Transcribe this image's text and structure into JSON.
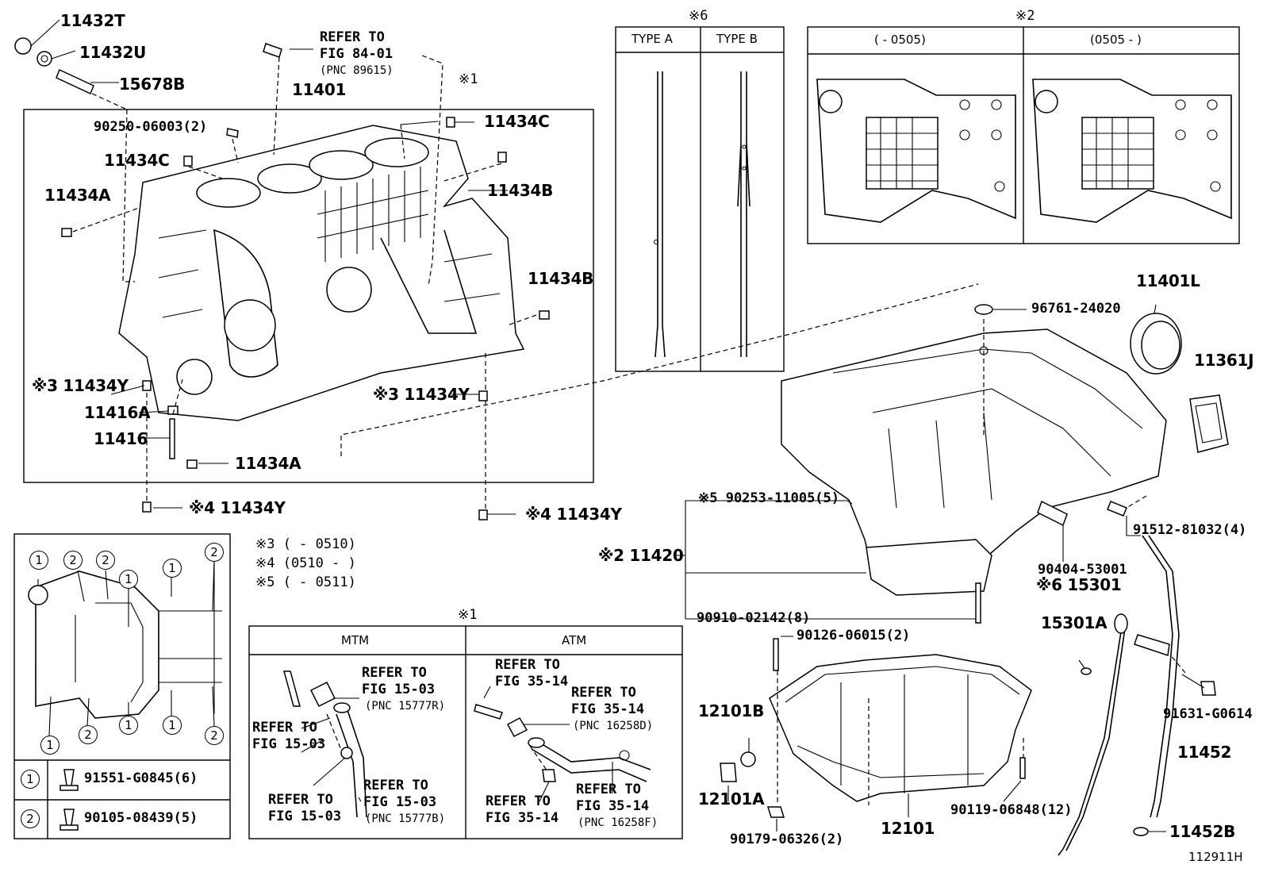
{
  "labels": {
    "p11432T": "11432T",
    "p11432U": "11432U",
    "p15678B": "15678B",
    "refer_top1": "REFER TO",
    "refer_top2": "FIG 84-01",
    "refer_top3": "(PNC 89615)",
    "p11401": "11401",
    "p90250": "90250-06003(2)",
    "p11434C_top": "11434C",
    "p11434C_left": "11434C",
    "p11434A_left": "11434A",
    "p11434B_top": "11434B",
    "p11434B_right": "11434B",
    "p11434Y_3a": "※3 11434Y",
    "p11416A": "11416A",
    "p11416": "11416",
    "p11434A_bottom": "11434A",
    "p11434Y_3b": "※3 11434Y",
    "p11434Y_4a": "※4 11434Y",
    "p11434Y_4b": "※4 11434Y",
    "mark1": "※1",
    "p96761": "96761-24020",
    "p11401L": "11401L",
    "p11361J": "11361J",
    "p90253": "※5 90253-11005(5)",
    "p11420": "※2 11420",
    "p91512": "91512-81032(4)",
    "p90404": "90404-53001",
    "p15301": "※6 15301",
    "p15301A": "15301A",
    "p90910": "90910-02142(8)",
    "p90126": "90126-06015(2)",
    "p12101B": "12101B",
    "p12101A": "12101A",
    "p12101": "12101",
    "p90179": "90179-06326(2)",
    "p90119": "90119-06848(12)",
    "p91631": "91631-G0614",
    "p11452": "11452",
    "p11452B": "11452B",
    "fig_id": "112911H"
  },
  "note3": "※3 (      - 0510)",
  "note4": "※4 (0510 -      )",
  "note5": "※5 (      - 0511)",
  "box6": {
    "mark": "※6",
    "type_a": "TYPE A",
    "type_b": "TYPE B"
  },
  "box2": {
    "mark": "※2",
    "col1": "(      - 0505)",
    "col2": "(0505 -      )"
  },
  "box1": {
    "mark": "※1",
    "mtm": "MTM",
    "atm": "ATM",
    "mtm_ref1": [
      "REFER TO",
      "FIG 15-03",
      "(PNC 15777R)"
    ],
    "mtm_ref2": [
      "REFER TO",
      "FIG 15-03"
    ],
    "mtm_ref3": [
      "REFER TO",
      "FIG 15-03",
      "(PNC 15777B)"
    ],
    "mtm_ref4": [
      "REFER TO",
      "FIG 15-03"
    ],
    "atm_ref1": [
      "REFER TO",
      "FIG 35-14"
    ],
    "atm_ref2": [
      "REFER TO",
      "FIG 35-14",
      "(PNC 16258D)"
    ],
    "atm_ref3": [
      "REFER TO",
      "FIG 35-14"
    ],
    "atm_ref4": [
      "REFER TO",
      "FIG 35-14",
      "(PNC 16258F)"
    ]
  },
  "bolt_legend": {
    "row1_no": "1",
    "row1_part": "91551-G0845(6)",
    "row2_no": "2",
    "row2_part": "90105-08439(5)"
  },
  "bolt_map_markers": [
    "1",
    "2",
    "2",
    "1",
    "1",
    "2",
    "1",
    "1",
    "1",
    "2",
    "1",
    "2"
  ]
}
